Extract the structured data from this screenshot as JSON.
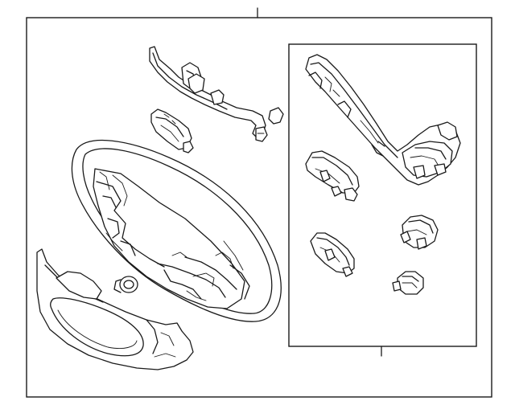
{
  "diagram": {
    "parts": [
      {
        "id": "steering-wheel",
        "label": ""
      },
      {
        "id": "wiring-harness",
        "label": ""
      },
      {
        "id": "remote-switch",
        "label": ""
      },
      {
        "id": "lower-cover",
        "label": ""
      },
      {
        "id": "switch-assembly-group",
        "label": ""
      }
    ],
    "colors": {
      "line": "#1a1a1a",
      "background": "#ffffff"
    }
  }
}
